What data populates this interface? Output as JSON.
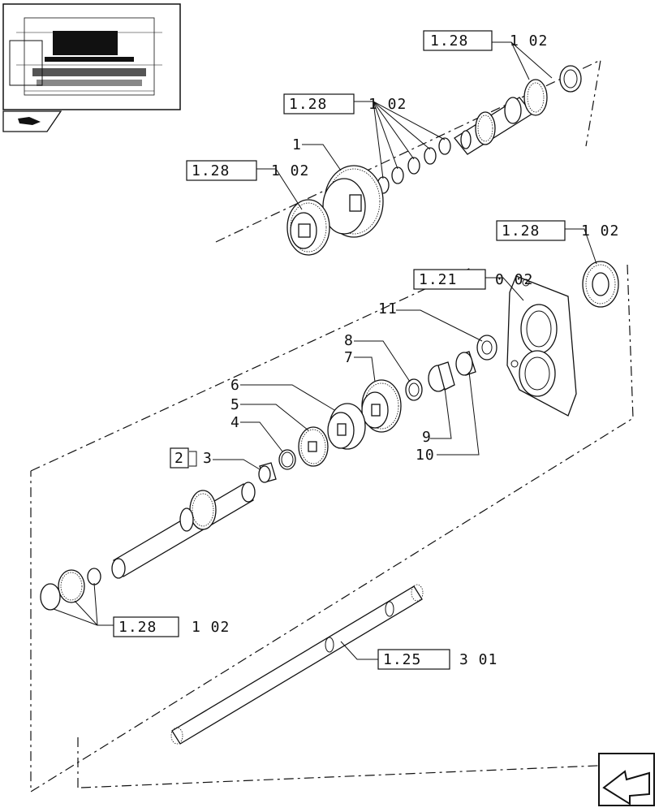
{
  "callouts": {
    "ref_shaft_bearing": {
      "box": "1.28",
      "suffix": "1 02"
    },
    "ref_snap_rings": {
      "box": "1.28",
      "suffix": "1 02"
    },
    "ref_gear_bearing": {
      "box": "1.28",
      "suffix": "1 02"
    },
    "ref_cover_bearing": {
      "box": "1.28",
      "suffix": "1 02"
    },
    "ref_housing": {
      "box": "1.21",
      "suffix": "0 02"
    },
    "ref_main_shaft_bearings": {
      "box": "1.28",
      "suffix": "1 02"
    },
    "ref_pto_shaft": {
      "box": "1.25",
      "suffix": "3 01"
    },
    "ref_kit": {
      "box": "2",
      "suffix": "3"
    }
  },
  "part_numbers": {
    "p1": "1",
    "p4": "4",
    "p5": "5",
    "p6": "6",
    "p7": "7",
    "p8": "8",
    "p9": "9",
    "p10": "10",
    "p11": "11"
  },
  "icons": {
    "thumbnail": "transmission-thumbnail-icon",
    "book": "reference-book-icon",
    "nav": "previous-page-arrow-icon"
  },
  "colors": {
    "line": "#111111",
    "background": "#ffffff"
  }
}
